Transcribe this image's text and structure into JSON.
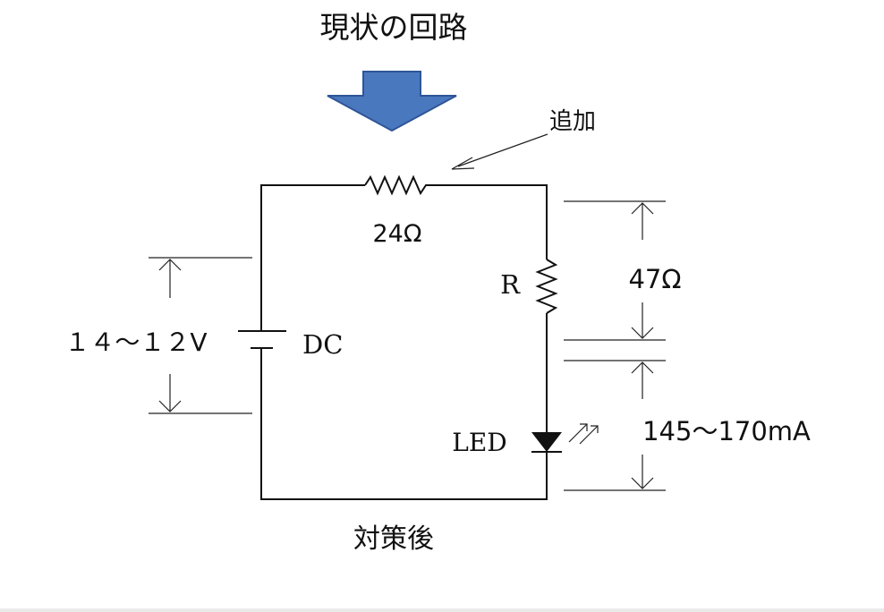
{
  "titles": {
    "top": "現状の回路",
    "bottom": "対策後"
  },
  "annotation": {
    "added": "追加"
  },
  "components": {
    "series_resistor_value": "24Ω",
    "resistor_label": "R",
    "resistor_value": "47Ω",
    "source_label": "DC",
    "led_label": "LED"
  },
  "measurements": {
    "voltage_range": "１４～１２V",
    "current_range": "145～170mA"
  },
  "colors": {
    "arrow_fill": "#4a78be",
    "arrow_stroke": "#2f5597",
    "line": "#111111"
  }
}
